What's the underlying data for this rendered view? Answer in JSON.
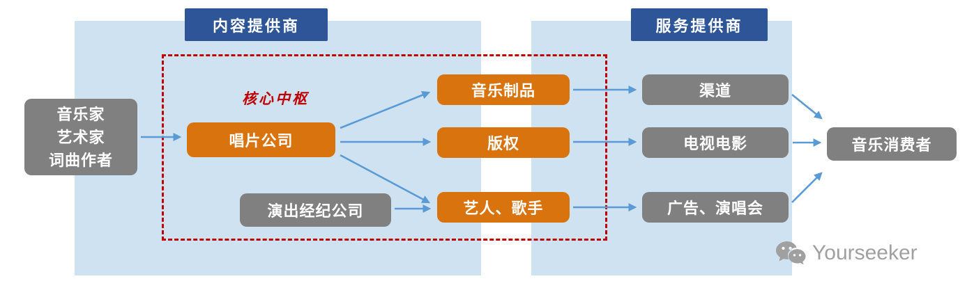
{
  "headers": {
    "content_provider": "内容提供商",
    "service_provider": "服务提供商"
  },
  "nodes": {
    "creators_lines": [
      "音乐家",
      "艺术家",
      "词曲作者"
    ],
    "core_hub_label": "核心中枢",
    "record_company": "唱片公司",
    "performance_agency": "演出经纪公司",
    "music_products": "音乐制品",
    "copyright": "版权",
    "artists_singers": "艺人、歌手",
    "channels": "渠道",
    "tv_film": "电视电影",
    "ads_concerts": "广告、演唱会",
    "music_consumers": "音乐消费者"
  },
  "edges": [
    {
      "from": "creators",
      "to": "record_company"
    },
    {
      "from": "record_company",
      "to": "music_products"
    },
    {
      "from": "record_company",
      "to": "copyright"
    },
    {
      "from": "record_company",
      "to": "artists_singers"
    },
    {
      "from": "performance_agency",
      "to": "artists_singers"
    },
    {
      "from": "music_products",
      "to": "channels"
    },
    {
      "from": "copyright",
      "to": "tv_film"
    },
    {
      "from": "artists_singers",
      "to": "ads_concerts"
    },
    {
      "from": "channels",
      "to": "music_consumers"
    },
    {
      "from": "tv_film",
      "to": "music_consumers"
    },
    {
      "from": "ads_concerts",
      "to": "music_consumers"
    }
  ],
  "watermark": {
    "brand": "Yourseeker"
  },
  "colors": {
    "panel_blue": "#cfe2f2",
    "header_blue": "#2e5597",
    "node_orange": "#d9730d",
    "node_gray": "#808080",
    "dashed_red": "#c00000",
    "arrow_blue": "#5b9bd5",
    "watermark_gray": "#a0a0a0"
  }
}
